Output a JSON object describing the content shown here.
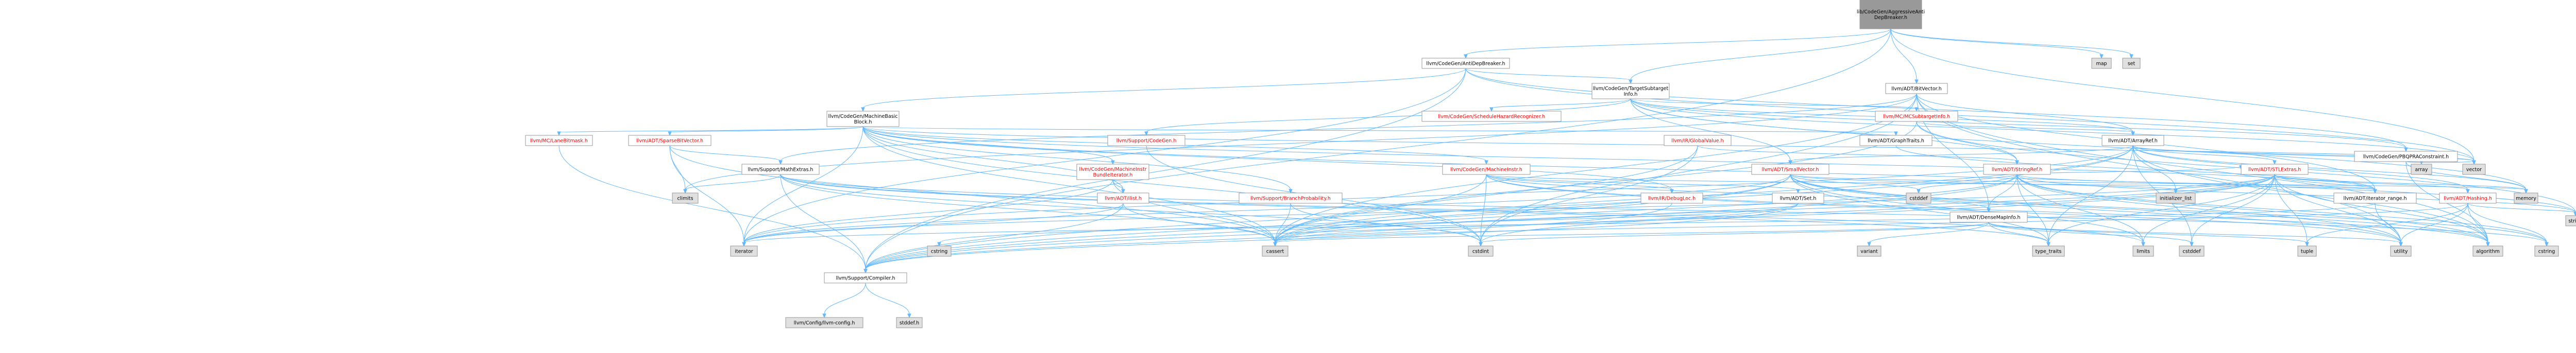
{
  "colors": {
    "root_fill": "#999999",
    "node_fill": "#ffffff",
    "node_stroke": "#999999",
    "external_fill": "#e0e0e0",
    "external_stroke": "#999999",
    "red_text": "#ff0000",
    "black_text": "#000000",
    "edge": "#63b8ff"
  },
  "nodes": [
    {
      "id": "root",
      "lines": [
        "lib/CodeGen/AggressiveAnti",
        "DepBreaker.h"
      ],
      "style": "root"
    },
    {
      "id": "antidep",
      "lines": [
        "llvm/CodeGen/AntiDepBreaker.h"
      ],
      "style": "normal"
    },
    {
      "id": "bitvector",
      "lines": [
        "llvm/ADT/BitVector.h"
      ],
      "style": "normal"
    },
    {
      "id": "tsi",
      "lines": [
        "llvm/CodeGen/TargetSubtarget",
        "Info.h"
      ],
      "style": "normal"
    },
    {
      "id": "map",
      "lines": [
        "map"
      ],
      "style": "external"
    },
    {
      "id": "set",
      "lines": [
        "set"
      ],
      "style": "external"
    },
    {
      "id": "mbb",
      "lines": [
        "llvm/CodeGen/MachineBasic",
        "Block.h"
      ],
      "style": "normal"
    },
    {
      "id": "schedhaz",
      "lines": [
        "llvm/CodeGen/ScheduleHazardRecognizer.h"
      ],
      "style": "red"
    },
    {
      "id": "mcsti",
      "lines": [
        "llvm/MC/MCSubtargetInfo.h"
      ],
      "style": "red"
    },
    {
      "id": "pbqp",
      "lines": [
        "llvm/CodeGen/PBQPRAConstraint.h"
      ],
      "style": "normal"
    },
    {
      "id": "lanebm",
      "lines": [
        "llvm/MC/LaneBitmask.h"
      ],
      "style": "red"
    },
    {
      "id": "sparsebv",
      "lines": [
        "llvm/ADT/SparseBitVector.h"
      ],
      "style": "red"
    },
    {
      "id": "codegen",
      "lines": [
        "llvm/Support/CodeGen.h"
      ],
      "style": "red"
    },
    {
      "id": "globalvalue",
      "lines": [
        "llvm/IR/GlobalValue.h"
      ],
      "style": "red"
    },
    {
      "id": "graphtraits",
      "lines": [
        "llvm/ADT/GraphTraits.h"
      ],
      "style": "normal"
    },
    {
      "id": "arrayref",
      "lines": [
        "llvm/ADT/ArrayRef.h"
      ],
      "style": "normal"
    },
    {
      "id": "mathextras",
      "lines": [
        "llvm/Support/MathExtras.h"
      ],
      "style": "normal"
    },
    {
      "id": "mibundle",
      "lines": [
        "llvm/CodeGen/MachineInstr",
        "BundleIterator.h"
      ],
      "style": "red"
    },
    {
      "id": "machineinstr",
      "lines": [
        "llvm/CodeGen/MachineInstr.h"
      ],
      "style": "red"
    },
    {
      "id": "smallvector",
      "lines": [
        "llvm/ADT/SmallVector.h"
      ],
      "style": "red"
    },
    {
      "id": "stringref",
      "lines": [
        "llvm/ADT/StringRef.h"
      ],
      "style": "red"
    },
    {
      "id": "stlextras",
      "lines": [
        "llvm/ADT/STLExtras.h"
      ],
      "style": "red"
    },
    {
      "id": "array",
      "lines": [
        "array"
      ],
      "style": "external"
    },
    {
      "id": "vector",
      "lines": [
        "vector"
      ],
      "style": "external"
    },
    {
      "id": "memory",
      "lines": [
        "memory"
      ],
      "style": "external"
    },
    {
      "id": "climits",
      "lines": [
        "climits"
      ],
      "style": "external"
    },
    {
      "id": "ilist",
      "lines": [
        "llvm/ADT/ilist.h"
      ],
      "style": "red"
    },
    {
      "id": "branchprob",
      "lines": [
        "llvm/Support/BranchProbability.h"
      ],
      "style": "red"
    },
    {
      "id": "debugloc",
      "lines": [
        "llvm/IR/DebugLoc.h"
      ],
      "style": "red"
    },
    {
      "id": "adtset",
      "lines": [
        "llvm/ADT/Set.h"
      ],
      "style": "normal"
    },
    {
      "id": "densemapinfo",
      "lines": [
        "llvm/ADT/DenseMapInfo.h"
      ],
      "style": "normal"
    },
    {
      "id": "cstddef_mid",
      "lines": [
        "cstddef"
      ],
      "style": "external"
    },
    {
      "id": "initlist",
      "lines": [
        "initializer_list"
      ],
      "style": "external"
    },
    {
      "id": "iterrange",
      "lines": [
        "llvm/ADT/iterator_range.h"
      ],
      "style": "normal"
    },
    {
      "id": "hashing",
      "lines": [
        "llvm/ADT/Hashing.h"
      ],
      "style": "red"
    },
    {
      "id": "variant",
      "lines": [
        "variant"
      ],
      "style": "external"
    },
    {
      "id": "typetraits",
      "lines": [
        "type_traits"
      ],
      "style": "external"
    },
    {
      "id": "limits",
      "lines": [
        "limits"
      ],
      "style": "external"
    },
    {
      "id": "cstddef",
      "lines": [
        "cstddef"
      ],
      "style": "external"
    },
    {
      "id": "tuple",
      "lines": [
        "tuple"
      ],
      "style": "external"
    },
    {
      "id": "utility",
      "lines": [
        "utility"
      ],
      "style": "external"
    },
    {
      "id": "algorithm",
      "lines": [
        "algorithm"
      ],
      "style": "external"
    },
    {
      "id": "cstring",
      "lines": [
        "cstring"
      ],
      "style": "external"
    },
    {
      "id": "iterator",
      "lines": [
        "iterator"
      ],
      "style": "external"
    },
    {
      "id": "cstring2",
      "lines": [
        "cstring"
      ],
      "style": "external"
    },
    {
      "id": "cassert",
      "lines": [
        "cassert"
      ],
      "style": "external"
    },
    {
      "id": "cstdint",
      "lines": [
        "cstdint"
      ],
      "style": "external"
    },
    {
      "id": "string",
      "lines": [
        "string"
      ],
      "style": "external"
    },
    {
      "id": "compiler",
      "lines": [
        "llvm/Support/Compiler.h"
      ],
      "style": "normal"
    },
    {
      "id": "llvmconfig",
      "lines": [
        "llvm/Config/llvm-config.h"
      ],
      "style": "external"
    },
    {
      "id": "stddef",
      "lines": [
        "stddef.h"
      ],
      "style": "external"
    }
  ],
  "edges": [
    [
      "root",
      "antidep"
    ],
    [
      "root",
      "bitvector"
    ],
    [
      "root",
      "tsi"
    ],
    [
      "root",
      "map"
    ],
    [
      "root",
      "set"
    ],
    [
      "root",
      "vector"
    ],
    [
      "root",
      "compiler"
    ],
    [
      "antidep",
      "mbb"
    ],
    [
      "antidep",
      "tsi"
    ],
    [
      "antidep",
      "iterator"
    ],
    [
      "antidep",
      "vector"
    ],
    [
      "antidep",
      "compiler"
    ],
    [
      "antidep",
      "pbqp"
    ],
    [
      "bitvector",
      "arrayref"
    ],
    [
      "bitvector",
      "densemapinfo"
    ],
    [
      "bitvector",
      "iterrange"
    ],
    [
      "bitvector",
      "mathextras"
    ],
    [
      "bitvector",
      "algorithm"
    ],
    [
      "bitvector",
      "cassert"
    ],
    [
      "bitvector",
      "climits"
    ],
    [
      "bitvector",
      "cstdint"
    ],
    [
      "bitvector",
      "cstdlib"
    ],
    [
      "bitvector",
      "utility"
    ],
    [
      "tsi",
      "arrayref"
    ],
    [
      "tsi",
      "smallvector"
    ],
    [
      "tsi",
      "stringref"
    ],
    [
      "tsi",
      "pbqp"
    ],
    [
      "tsi",
      "schedhaz"
    ],
    [
      "tsi",
      "mcsti"
    ],
    [
      "tsi",
      "codegen"
    ],
    [
      "tsi",
      "memory"
    ],
    [
      "tsi",
      "vector"
    ],
    [
      "mbb",
      "graphtraits"
    ],
    [
      "mbb",
      "sparsebv"
    ],
    [
      "mbb",
      "ilist"
    ],
    [
      "mbb",
      "iterrange"
    ],
    [
      "mbb",
      "mibundle"
    ],
    [
      "mbb",
      "machineinstr"
    ],
    [
      "mbb",
      "lanebm"
    ],
    [
      "mbb",
      "branchprob"
    ],
    [
      "mbb",
      "debugloc"
    ],
    [
      "mbb",
      "cassert"
    ],
    [
      "mbb",
      "cstdint"
    ],
    [
      "mbb",
      "iterator"
    ],
    [
      "mbb",
      "string"
    ],
    [
      "mbb",
      "vector"
    ],
    [
      "mcsti",
      "arrayref"
    ],
    [
      "mcsti",
      "stringref"
    ],
    [
      "mcsti",
      "cassert"
    ],
    [
      "mcsti",
      "string"
    ],
    [
      "pbqp",
      "algorithm"
    ],
    [
      "pbqp",
      "memory"
    ],
    [
      "pbqp",
      "vector"
    ],
    [
      "lanebm",
      "compiler"
    ],
    [
      "sparsebv",
      "mathextras"
    ],
    [
      "sparsebv",
      "cassert"
    ],
    [
      "sparsebv",
      "climits"
    ],
    [
      "sparsebv",
      "iterator"
    ],
    [
      "globalvalue",
      "stringref"
    ],
    [
      "globalvalue",
      "cassert"
    ],
    [
      "globalvalue",
      "cstdint"
    ],
    [
      "graphtraits",
      "iterrange"
    ],
    [
      "arrayref",
      "hashing"
    ],
    [
      "arrayref",
      "smallvector"
    ],
    [
      "arrayref",
      "stlextras"
    ],
    [
      "arrayref",
      "compiler"
    ],
    [
      "arrayref",
      "algorithm"
    ],
    [
      "arrayref",
      "array"
    ],
    [
      "arrayref",
      "cassert"
    ],
    [
      "arrayref",
      "cstddef"
    ],
    [
      "arrayref",
      "initlist"
    ],
    [
      "arrayref",
      "iterator"
    ],
    [
      "arrayref",
      "memory"
    ],
    [
      "arrayref",
      "typetraits"
    ],
    [
      "arrayref",
      "vector"
    ],
    [
      "mathextras",
      "compiler"
    ],
    [
      "mathextras",
      "cassert"
    ],
    [
      "mathextras",
      "climits"
    ],
    [
      "mathextras",
      "cstdint"
    ],
    [
      "mathextras",
      "cstring"
    ],
    [
      "mathextras",
      "limits"
    ],
    [
      "mathextras",
      "typetraits"
    ],
    [
      "mibundle",
      "ilist"
    ],
    [
      "mibundle",
      "cassert"
    ],
    [
      "mibundle",
      "iterator"
    ],
    [
      "machineinstr",
      "densemapinfo"
    ],
    [
      "machineinstr",
      "iterrange"
    ],
    [
      "machineinstr",
      "debugloc"
    ],
    [
      "machineinstr",
      "adtset"
    ],
    [
      "machineinstr",
      "algorithm"
    ],
    [
      "machineinstr",
      "cassert"
    ],
    [
      "machineinstr",
      "cstdint"
    ],
    [
      "machineinstr",
      "utility"
    ],
    [
      "smallvector",
      "compiler"
    ],
    [
      "smallvector",
      "algorithm"
    ],
    [
      "smallvector",
      "cassert"
    ],
    [
      "smallvector",
      "cstddef_mid"
    ],
    [
      "smallvector",
      "cstdlib"
    ],
    [
      "smallvector",
      "cstring"
    ],
    [
      "smallvector",
      "initlist"
    ],
    [
      "smallvector",
      "iterator"
    ],
    [
      "smallvector",
      "limits"
    ],
    [
      "smallvector",
      "memory"
    ],
    [
      "smallvector",
      "typetraits"
    ],
    [
      "smallvector",
      "utility"
    ],
    [
      "stringref",
      "densemapinfo"
    ],
    [
      "stringref",
      "stlextras"
    ],
    [
      "stringref",
      "iterrange"
    ],
    [
      "stringref",
      "compiler"
    ],
    [
      "stringref",
      "algorithm"
    ],
    [
      "stringref",
      "cassert"
    ],
    [
      "stringref",
      "cstddef_mid"
    ],
    [
      "stringref",
      "cstring"
    ],
    [
      "stringref",
      "limits"
    ],
    [
      "stringref",
      "string"
    ],
    [
      "stringref",
      "typetraits"
    ],
    [
      "stringref",
      "utility"
    ],
    [
      "stlextras",
      "hashing"
    ],
    [
      "stlextras",
      "iterrange"
    ],
    [
      "stlextras",
      "compiler"
    ],
    [
      "stlextras",
      "algorithm"
    ],
    [
      "stlextras",
      "cassert"
    ],
    [
      "stlextras",
      "cstddef"
    ],
    [
      "stlextras",
      "cstdint"
    ],
    [
      "stlextras",
      "cstdlib"
    ],
    [
      "stlextras",
      "initlist"
    ],
    [
      "stlextras",
      "iterator"
    ],
    [
      "stlextras",
      "limits"
    ],
    [
      "stlextras",
      "memory"
    ],
    [
      "stlextras",
      "optional"
    ],
    [
      "stlextras",
      "tuple"
    ],
    [
      "stlextras",
      "typetraits"
    ],
    [
      "stlextras",
      "utility"
    ],
    [
      "ilist",
      "compiler"
    ],
    [
      "ilist",
      "cassert"
    ],
    [
      "ilist",
      "iterator"
    ],
    [
      "branchprob",
      "cassert"
    ],
    [
      "branchprob",
      "cstdint"
    ],
    [
      "debugloc",
      "compiler"
    ],
    [
      "adtset",
      "compiler"
    ],
    [
      "adtset",
      "cassert"
    ],
    [
      "adtset",
      "cstring2"
    ],
    [
      "densemapinfo",
      "cassert"
    ],
    [
      "densemapinfo",
      "cstddef"
    ],
    [
      "densemapinfo",
      "cstdint"
    ],
    [
      "densemapinfo",
      "tuple"
    ],
    [
      "densemapinfo",
      "typetraits"
    ],
    [
      "densemapinfo",
      "utility"
    ],
    [
      "densemapinfo",
      "variant"
    ],
    [
      "iterrange",
      "utility"
    ],
    [
      "iterrange",
      "iterator"
    ],
    [
      "hashing",
      "algorithm"
    ],
    [
      "hashing",
      "cassert"
    ],
    [
      "hashing",
      "cstring"
    ],
    [
      "hashing",
      "string"
    ],
    [
      "hashing",
      "tuple"
    ],
    [
      "hashing",
      "utility"
    ],
    [
      "compiler",
      "llvmconfig"
    ],
    [
      "compiler",
      "stddef"
    ],
    [
      "codegen",
      "cstdint"
    ]
  ]
}
